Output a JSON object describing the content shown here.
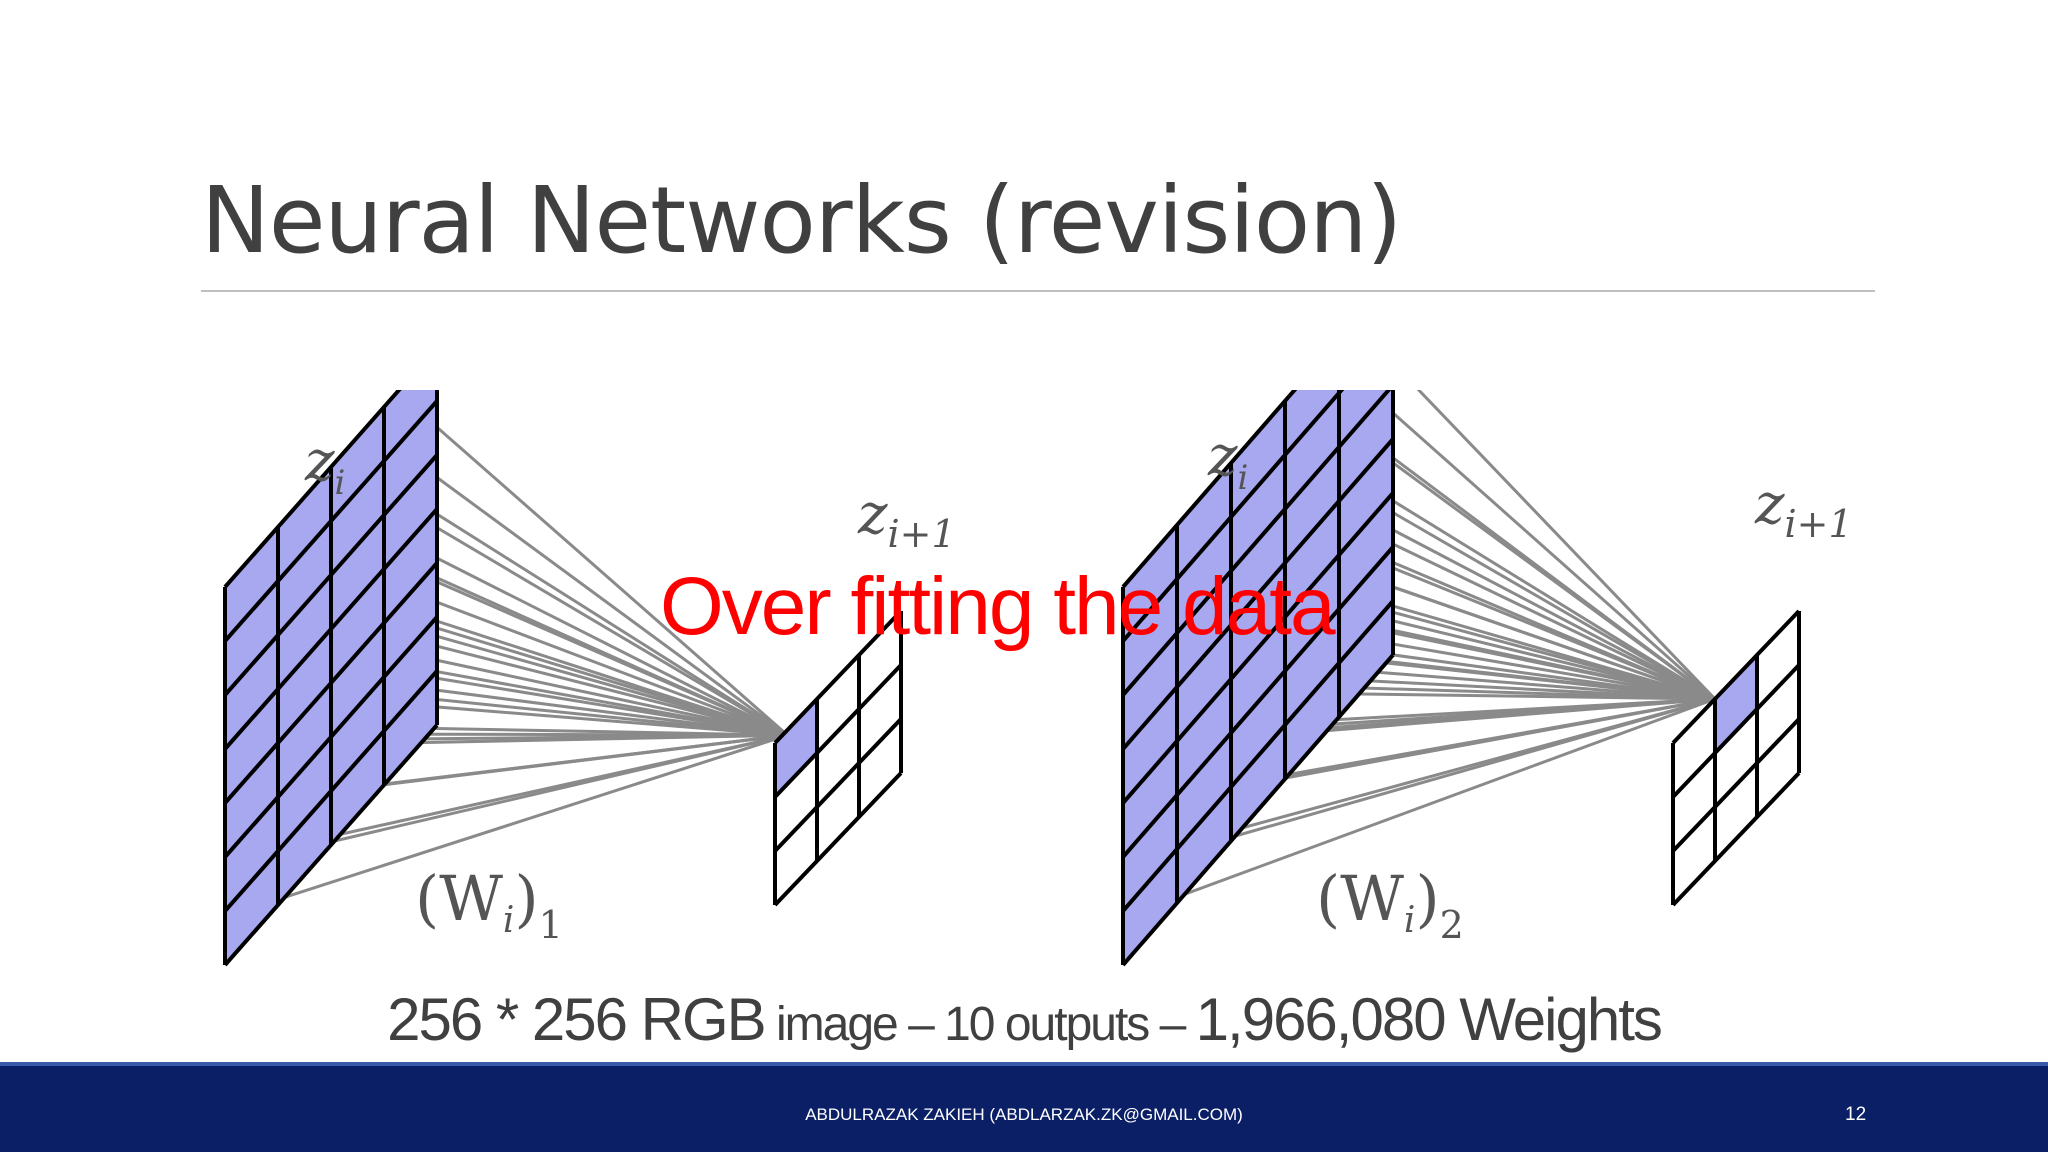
{
  "slide": {
    "title": "Neural Networks (revision)",
    "overlay": "Over fitting the data",
    "caption": {
      "part1": "256 * 256 RGB",
      "part2": " image – 10 outputs – ",
      "part3": "1,966,080 Weights"
    },
    "footer_text": "ABDULRAZAK ZAKIEH (ABDLARZAK.ZK@GMAIL.COM)",
    "page_number": "12"
  },
  "diagram": {
    "left": {
      "input_label": "z",
      "input_sub": "i",
      "output_label": "z",
      "output_sub": "i+1",
      "weight_label": "(W",
      "weight_sub_i": "i",
      "weight_close": ")",
      "weight_index": "1"
    },
    "right": {
      "input_label": "z",
      "input_sub": "i",
      "output_label": "z",
      "output_sub": "i+1",
      "weight_label": "(W",
      "weight_sub_i": "i",
      "weight_close": ")",
      "weight_index": "2"
    },
    "colors": {
      "grid_fill": "#a8a8f0",
      "grid_stroke": "#000000",
      "connection": "#8a8a8a"
    }
  }
}
